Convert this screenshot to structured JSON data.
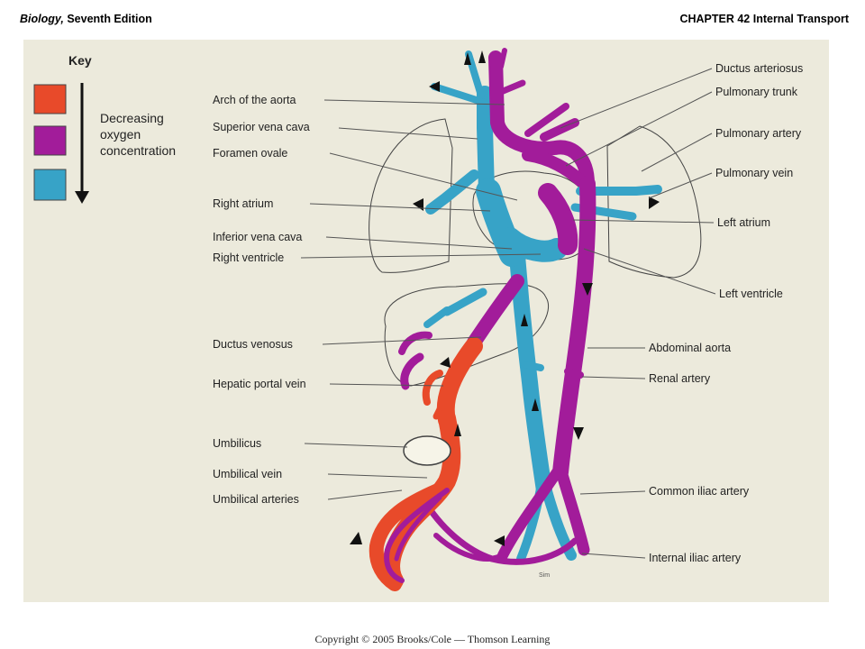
{
  "header": {
    "book_title": "Biology,",
    "edition": "Seventh Edition",
    "chapter": "CHAPTER 42 Internal Transport"
  },
  "key": {
    "title": "Key",
    "lines": [
      "Decreasing",
      "oxygen",
      "concentration"
    ],
    "swatches": [
      "#e84a2a",
      "#a21c9a",
      "#37a3c7"
    ]
  },
  "colors": {
    "oxygen_rich": "#e84a2a",
    "mixed": "#a21c9a",
    "oxygen_poor": "#37a3c7"
  },
  "labels_left": [
    "Arch of the aorta",
    "Superior vena cava",
    "Foramen ovale",
    "Right atrium",
    "Inferior vena cava",
    "Right ventricle",
    "Ductus venosus",
    "Hepatic portal vein",
    "Umbilicus",
    "Umbilical vein",
    "Umbilical arteries"
  ],
  "labels_right": [
    "Ductus arteriosus",
    "Pulmonary trunk",
    "Pulmonary artery",
    "Pulmonary vein",
    "Left atrium",
    "Left ventricle",
    "Abdominal aorta",
    "Renal artery",
    "Common iliac artery",
    "Internal iliac artery"
  ],
  "signature": "Sim",
  "copyright": "Copyright © 2005 Brooks/Cole — Thomson Learning"
}
